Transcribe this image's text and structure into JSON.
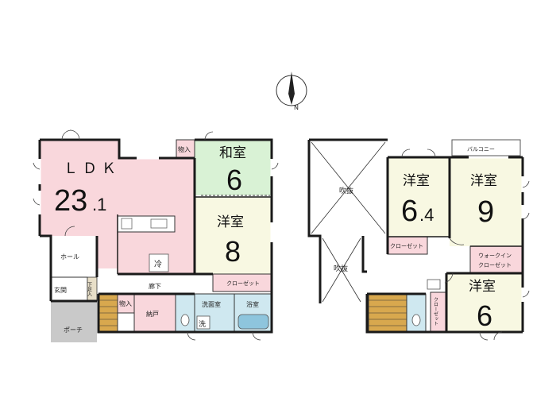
{
  "compass": {
    "north": "N"
  },
  "floor1": {
    "ldk": {
      "name": "ＬＤＫ",
      "size_int": "23",
      "size_dec": ".1",
      "color": "#f9d7dc"
    },
    "washitsu": {
      "name": "和室",
      "size": "6",
      "color": "#d9f2d5"
    },
    "yoshitsu": {
      "name": "洋室",
      "size": "8",
      "color": "#f8f8e2"
    },
    "monoire_top": "物入",
    "closet": "クローゼット",
    "hall": "ホール",
    "genkan": "玄関",
    "shoe_storage": "下足入",
    "porch": "ポーチ",
    "monoire_bottom": "物入",
    "corridor": "廊下",
    "nando": "納戸",
    "washroom": "洗面室",
    "bathroom": "浴室",
    "sink": "洗",
    "fridge": "冷"
  },
  "floor2": {
    "fukinuke_large": "吹抜",
    "fukinuke_small": "吹抜",
    "room64": {
      "name": "洋室",
      "size_int": "6",
      "size_dec": ".4"
    },
    "room9": {
      "name": "洋室",
      "size": "9"
    },
    "room6": {
      "name": "洋室",
      "size": "6"
    },
    "balcony": "バルコニー",
    "closet_a": "クローゼット",
    "closet_b": "クローゼット",
    "walkin_1": "ウォークイン",
    "walkin_2": "クローゼット"
  },
  "colors": {
    "wall": "#1a1a1a",
    "pink": "#f9d7dc",
    "green": "#d9f2d5",
    "cream": "#f8f8e2",
    "stair": "#d8a84e",
    "toilet": "#cfe8f0",
    "porch": "#c9c9c9"
  }
}
